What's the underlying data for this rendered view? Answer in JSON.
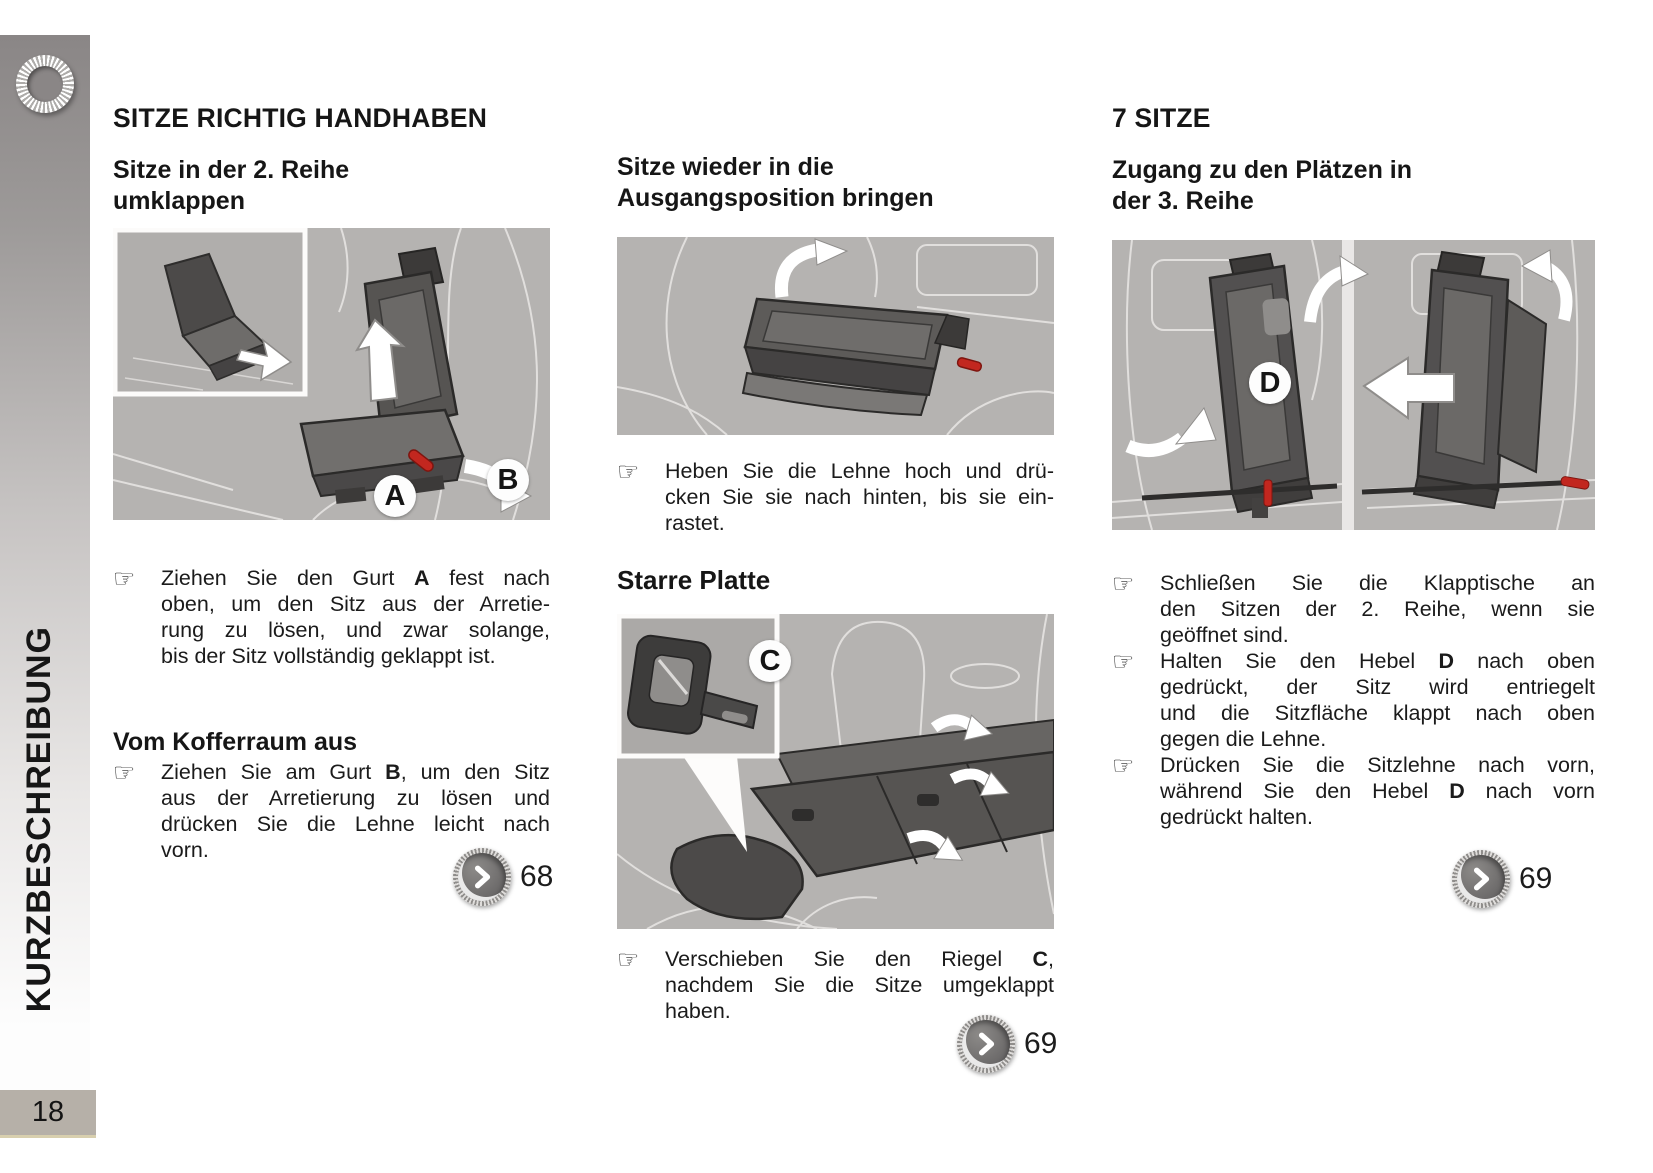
{
  "sidebar": {
    "label": "KURZBESCHREIBUNG",
    "page_number": "18"
  },
  "icons": {
    "pointing_hand": "☞"
  },
  "badges": {
    "a": "A",
    "b": "B",
    "c": "C",
    "d": "D"
  },
  "col1": {
    "section_title": "SITZE RICHTIG HANDHABEN",
    "subtitle_lines": [
      "Sitze in der 2. Reihe",
      "umklappen"
    ],
    "bullet1_lines": [
      [
        "Ziehen Sie den Gurt ",
        "A",
        " fest nach"
      ],
      [
        "oben, um den Sitz aus der Arretie-"
      ],
      [
        "rung zu lösen, und zwar solange,"
      ],
      [
        "bis der Sitz vollständig geklappt ist."
      ]
    ],
    "heading2": "Vom Kofferraum aus",
    "bullet2_lines": [
      [
        "Ziehen Sie am Gurt ",
        "B",
        ", um den Sitz"
      ],
      [
        "aus der Arretierung zu lösen und"
      ],
      [
        "drücken Sie die Lehne leicht nach"
      ],
      [
        "vorn."
      ]
    ],
    "page_ref": "68"
  },
  "col2": {
    "subtitle_lines": [
      "Sitze wieder in die",
      "Ausgangsposition bringen"
    ],
    "bullet1_lines": [
      [
        "Heben Sie die Lehne hoch und drü-"
      ],
      [
        "cken Sie sie nach hinten, bis sie ein-"
      ],
      [
        "rastet."
      ]
    ],
    "heading2": "Starre Platte",
    "bullet2_lines": [
      [
        "Verschieben Sie den Riegel ",
        "C",
        ","
      ],
      [
        "nachdem Sie die Sitze umgeklappt"
      ],
      [
        "haben."
      ]
    ],
    "page_ref": "69"
  },
  "col3": {
    "section_title": "7 SITZE",
    "subtitle_lines": [
      "Zugang zu den Plätzen in",
      "der 3. Reihe"
    ],
    "bullet1_lines": [
      [
        "Schließen Sie die Klapptische an"
      ],
      [
        "den Sitzen der 2. Reihe, wenn sie"
      ],
      [
        "geöffnet sind."
      ]
    ],
    "bullet2_lines": [
      [
        "Halten Sie den Hebel ",
        "D",
        " nach oben"
      ],
      [
        "gedrückt, der Sitz wird entriegelt"
      ],
      [
        "und die Sitzfläche klappt nach oben"
      ],
      [
        "gegen die Lehne."
      ]
    ],
    "bullet3_lines": [
      [
        "Drücken Sie die Sitzlehne nach vorn,"
      ],
      [
        "während Sie den Hebel ",
        "D",
        " nach vorn"
      ],
      [
        "gedrückt halten."
      ]
    ],
    "page_ref": "69"
  },
  "colors": {
    "figure_background": "#b5b3b1",
    "seat_dark": "#4c4a49",
    "lever_red": "#c2271f",
    "sidebar_top": "#8a8686",
    "pagebox": "#b6b0a8"
  }
}
